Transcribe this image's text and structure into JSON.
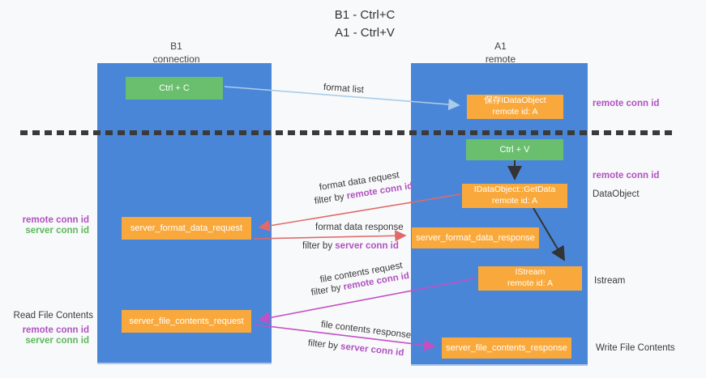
{
  "title": {
    "line1": "B1 - Ctrl+C",
    "line2": "A1 - Ctrl+V"
  },
  "lanes": {
    "b1": {
      "title": "B1",
      "subtitle": "connection"
    },
    "a1": {
      "title": "A1",
      "subtitle": "remote"
    }
  },
  "nodes": {
    "ctrl_c": {
      "label": "Ctrl + C"
    },
    "save_dataobject": {
      "line1": "保存IDataObject",
      "line2": "remote id: A"
    },
    "ctrl_v": {
      "label": "Ctrl + V"
    },
    "getdata": {
      "line1": "IDataObject::GetData",
      "line2": "remote id: A"
    },
    "istream": {
      "line1": "IStream",
      "line2": "remote id: A"
    },
    "server_format_data_request": {
      "label": "server_format_data_request"
    },
    "server_format_data_response": {
      "label": "server_format_data_response"
    },
    "server_file_contents_request": {
      "label": "server_file_contents_request"
    },
    "server_file_contents_response": {
      "label": "server_file_contents_response"
    }
  },
  "edge_labels": {
    "format_list": "format list",
    "format_data_request": "format data request",
    "format_data_response": "format data response",
    "file_contents_request": "file contents request",
    "file_contents_response": "file contents response",
    "filter_by": "filter by",
    "remote_conn_id": "remote conn id",
    "server_conn_id": "server conn id"
  },
  "side_labels": {
    "right_remote_conn_id_top": "remote conn id",
    "right_remote_conn_id_mid": "remote conn id",
    "right_dataobject": "DataObject",
    "right_istream": "Istream",
    "right_write_file_contents": "Write File Contents",
    "left_remote_conn_id_1": "remote conn id",
    "left_server_conn_id_1": "server conn id",
    "left_read_file_contents": "Read File Contents",
    "left_remote_conn_id_2": "remote conn id",
    "left_server_conn_id_2": "server conn id"
  },
  "colors": {
    "lane_blue": "#4a86d8",
    "node_green": "#6abf6e",
    "node_orange": "#f9a93c",
    "arrow_light_blue": "#a9cce9",
    "arrow_red": "#e06a6a",
    "arrow_magenta": "#c44fc4",
    "arrow_black": "#333333",
    "label_purple": "#b052c0",
    "label_green": "#5cb85c"
  }
}
